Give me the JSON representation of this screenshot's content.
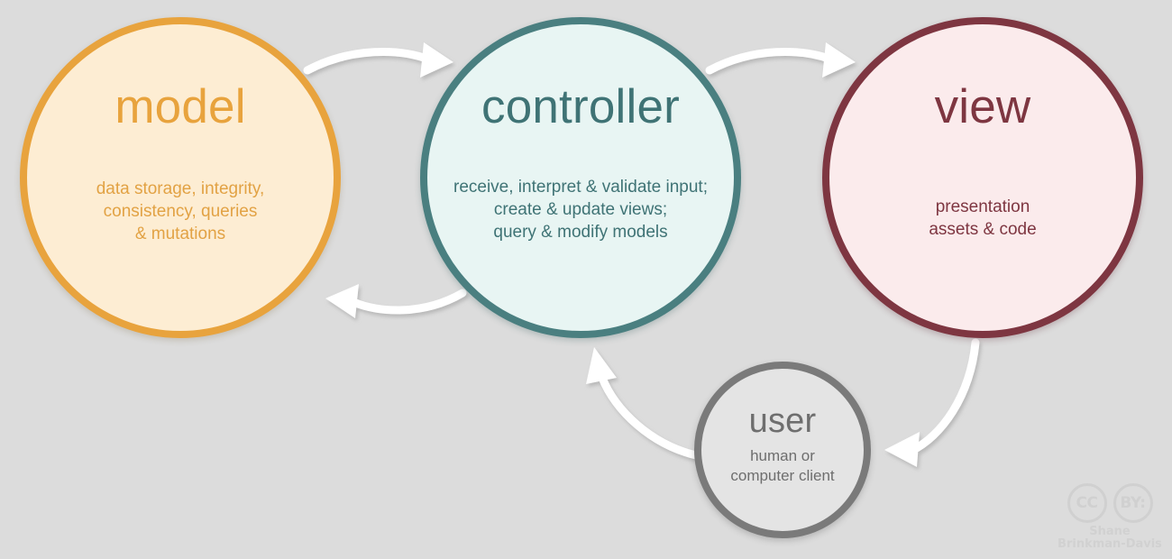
{
  "diagram": {
    "title": "MVC architecture cycle",
    "background_color": "#dcdcdc",
    "nodes": [
      {
        "id": "model",
        "title": "model",
        "description": "data storage, integrity,\nconsistency, queries\n& mutations",
        "fill_color": "#fdedd3",
        "border_color": "#e8a33d",
        "text_color": "#e8a33d"
      },
      {
        "id": "controller",
        "title": "controller",
        "description": "receive, interpret & validate input;\ncreate & update views;\nquery & modify models",
        "fill_color": "#e8f5f3",
        "border_color": "#4a7f80",
        "text_color": "#3f7375"
      },
      {
        "id": "view",
        "title": "view",
        "description": "presentation\nassets & code",
        "fill_color": "#fbebec",
        "border_color": "#7e3641",
        "text_color": "#7e3641"
      },
      {
        "id": "user",
        "title": "user",
        "description": "human or\ncomputer client",
        "fill_color": "#e4e4e4",
        "border_color": "#7a7a7a",
        "text_color": "#6e6e6e"
      }
    ],
    "arrows": [
      {
        "id": "model-to-controller",
        "from": "model",
        "to": "controller",
        "color": "#ffffff"
      },
      {
        "id": "controller-to-model",
        "from": "controller",
        "to": "model",
        "color": "#ffffff"
      },
      {
        "id": "controller-to-view",
        "from": "controller",
        "to": "view",
        "color": "#ffffff"
      },
      {
        "id": "view-to-user",
        "from": "view",
        "to": "user",
        "color": "#ffffff"
      },
      {
        "id": "user-to-controller",
        "from": "user",
        "to": "controller",
        "color": "#ffffff"
      }
    ]
  },
  "attribution": {
    "cc_label": "CC",
    "by_label": "BY:",
    "name": "Shane\nBrinkman-Davis",
    "color": "#d0d0d0"
  }
}
